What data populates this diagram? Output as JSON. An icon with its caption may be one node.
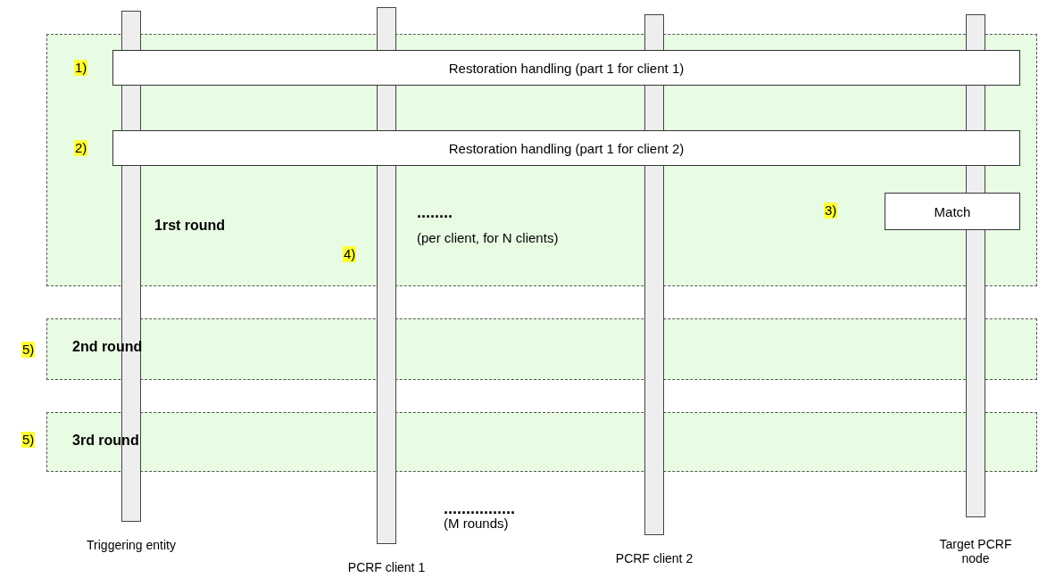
{
  "diagram": {
    "nodes": [
      {
        "text": [
          "1rst round"
        ]
      },
      {
        "text": [
          "Restoration handling (part 1 for client 1)"
        ],
        "in": 0,
        "beside": [
          "1)"
        ]
      },
      {
        "text": [
          "Restoration handling (part 1 for client 2)"
        ],
        "in": 0,
        "beside": [
          "2)"
        ]
      },
      {
        "text": [
          "Match"
        ],
        "in": 0,
        "beside": [
          "3)"
        ]
      },
      {
        "text": [
          "2nd round"
        ],
        "beside": [
          "5)"
        ]
      },
      {
        "text": [
          "3rd round"
        ],
        "beside": [
          "5)"
        ]
      },
      {
        "text": [
          "Triggering entity"
        ]
      },
      {
        "text": [
          "PCRF client 1"
        ]
      },
      {
        "text": [
          "PCRF client 2"
        ]
      },
      {
        "text": [
          "Target PCRF node"
        ]
      }
    ],
    "labels": [
      "........",
      "4)",
      "(per client, for N clients)",
      "................",
      "(M rounds)"
    ]
  }
}
